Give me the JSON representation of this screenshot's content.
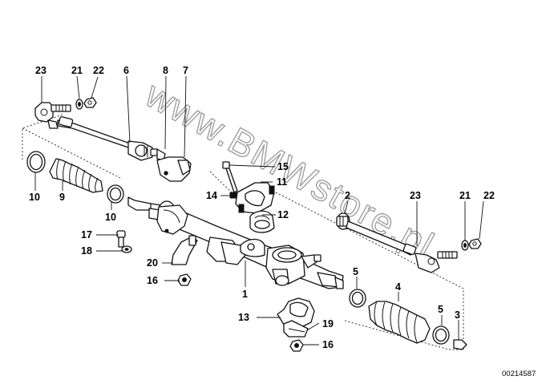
{
  "watermark": "www.BMWstore.pl",
  "reference_number": "00214587",
  "callouts": {
    "p23a": "23",
    "p21a": "21",
    "p22a": "22",
    "p6": "6",
    "p8": "8",
    "p7": "7",
    "p10a": "10",
    "p9": "9",
    "p10b": "10",
    "p15": "15",
    "p11": "11",
    "p14": "14",
    "p12": "12",
    "p17": "17",
    "p18": "18",
    "p20": "20",
    "p16a": "16",
    "p1": "1",
    "p2": "2",
    "p23b": "23",
    "p21b": "21",
    "p22b": "22",
    "p5a": "5",
    "p4": "4",
    "p5b": "5",
    "p3": "3",
    "p13": "13",
    "p19": "19",
    "p16b": "16"
  }
}
